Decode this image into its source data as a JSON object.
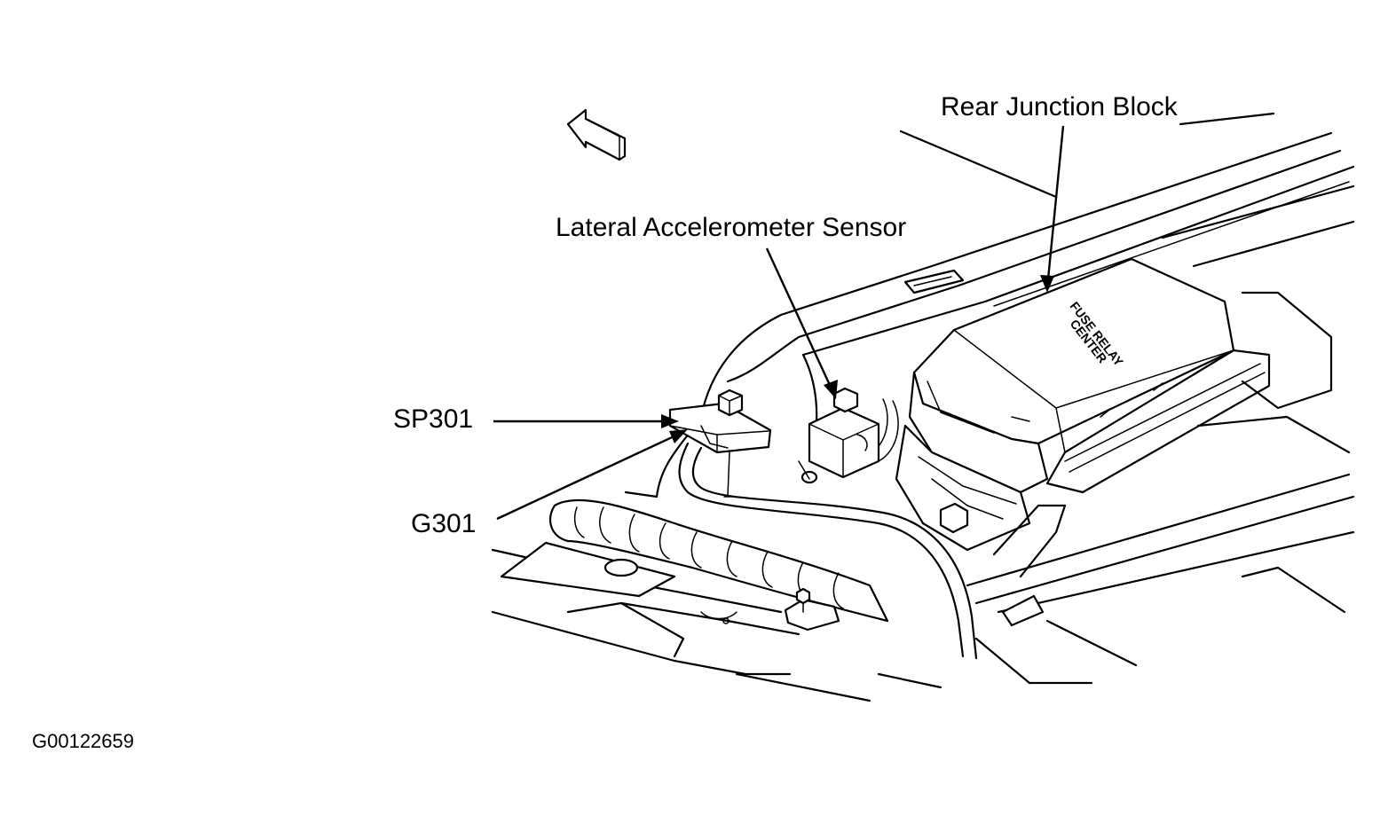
{
  "labels": {
    "rear_junction_block": "Rear Junction Block",
    "lateral_accelerometer_sensor": "Lateral Accelerometer Sensor",
    "sp301": "SP301",
    "g301": "G301"
  },
  "fuse_block_text": {
    "line1": "FUSE  RELAY",
    "line2": "CENTER"
  },
  "figure_id": "G00122659"
}
